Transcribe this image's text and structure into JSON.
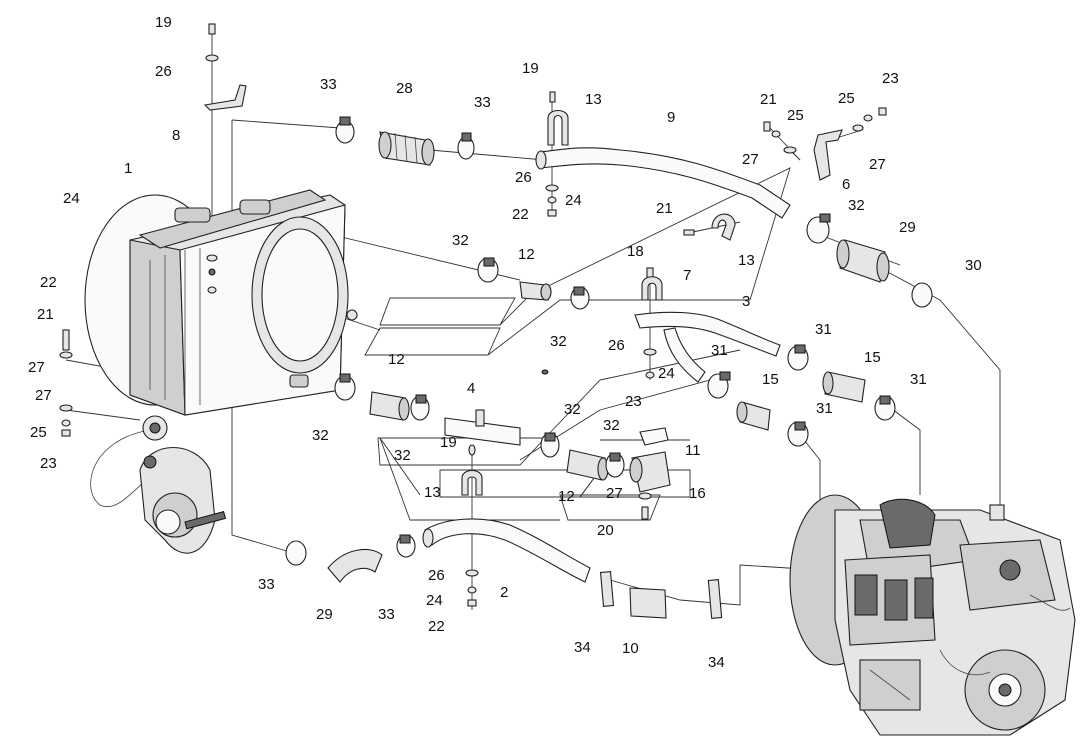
{
  "labels": [
    {
      "id": "19a",
      "text": "19"
    },
    {
      "id": "26a",
      "text": "26"
    },
    {
      "id": "8",
      "text": "8"
    },
    {
      "id": "1",
      "text": "1"
    },
    {
      "id": "24a",
      "text": "24"
    },
    {
      "id": "22a",
      "text": "22"
    },
    {
      "id": "21a",
      "text": "21"
    },
    {
      "id": "27a",
      "text": "27"
    },
    {
      "id": "27b",
      "text": "27"
    },
    {
      "id": "25a",
      "text": "25"
    },
    {
      "id": "23a",
      "text": "23"
    },
    {
      "id": "33a",
      "text": "33"
    },
    {
      "id": "28",
      "text": "28"
    },
    {
      "id": "33b",
      "text": "33"
    },
    {
      "id": "19b",
      "text": "19"
    },
    {
      "id": "13a",
      "text": "13"
    },
    {
      "id": "26b",
      "text": "26"
    },
    {
      "id": "24b",
      "text": "24"
    },
    {
      "id": "22b",
      "text": "22"
    },
    {
      "id": "9",
      "text": "9"
    },
    {
      "id": "21b",
      "text": "21"
    },
    {
      "id": "25b",
      "text": "25"
    },
    {
      "id": "27c",
      "text": "27"
    },
    {
      "id": "6",
      "text": "6"
    },
    {
      "id": "25c",
      "text": "25"
    },
    {
      "id": "23b",
      "text": "23"
    },
    {
      "id": "27d",
      "text": "27"
    },
    {
      "id": "21c",
      "text": "21"
    },
    {
      "id": "13b",
      "text": "13"
    },
    {
      "id": "32a",
      "text": "32"
    },
    {
      "id": "29a",
      "text": "29"
    },
    {
      "id": "30",
      "text": "30"
    },
    {
      "id": "32b",
      "text": "32"
    },
    {
      "id": "12a",
      "text": "12"
    },
    {
      "id": "18",
      "text": "18"
    },
    {
      "id": "7",
      "text": "7"
    },
    {
      "id": "3",
      "text": "3"
    },
    {
      "id": "32c",
      "text": "32"
    },
    {
      "id": "26c",
      "text": "26"
    },
    {
      "id": "31a",
      "text": "31"
    },
    {
      "id": "31b",
      "text": "31"
    },
    {
      "id": "15a",
      "text": "15"
    },
    {
      "id": "12b",
      "text": "12"
    },
    {
      "id": "24c",
      "text": "24"
    },
    {
      "id": "4",
      "text": "4"
    },
    {
      "id": "32d",
      "text": "32"
    },
    {
      "id": "23c",
      "text": "23"
    },
    {
      "id": "15b",
      "text": "15"
    },
    {
      "id": "31c",
      "text": "31"
    },
    {
      "id": "31d",
      "text": "31"
    },
    {
      "id": "32e",
      "text": "32"
    },
    {
      "id": "32f",
      "text": "32"
    },
    {
      "id": "19c",
      "text": "19"
    },
    {
      "id": "32g",
      "text": "32"
    },
    {
      "id": "11",
      "text": "11"
    },
    {
      "id": "13c",
      "text": "13"
    },
    {
      "id": "12c",
      "text": "12"
    },
    {
      "id": "27e",
      "text": "27"
    },
    {
      "id": "16",
      "text": "16"
    },
    {
      "id": "20",
      "text": "20"
    },
    {
      "id": "33c",
      "text": "33"
    },
    {
      "id": "29b",
      "text": "29"
    },
    {
      "id": "33d",
      "text": "33"
    },
    {
      "id": "26d",
      "text": "26"
    },
    {
      "id": "2",
      "text": "2"
    },
    {
      "id": "24d",
      "text": "24"
    },
    {
      "id": "22c",
      "text": "22"
    },
    {
      "id": "34a",
      "text": "34"
    },
    {
      "id": "10",
      "text": "10"
    },
    {
      "id": "34b",
      "text": "34"
    }
  ]
}
